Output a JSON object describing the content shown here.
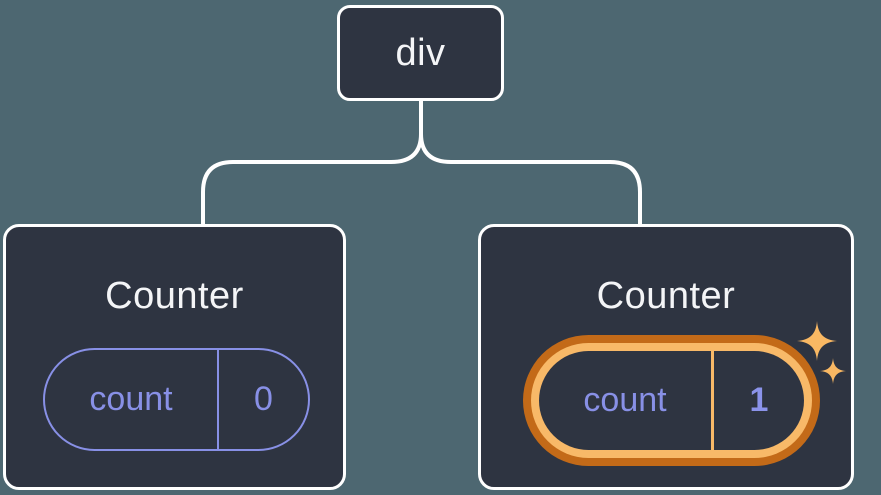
{
  "diagram": {
    "description": "React component tree: a div root with two Counter children, each holding a count state pill; the second Counter's state is highlighted as just updated",
    "root": {
      "label": "div"
    },
    "children": [
      {
        "title": "Counter",
        "state": {
          "name": "count",
          "value": "0"
        },
        "highlighted": false
      },
      {
        "title": "Counter",
        "state": {
          "name": "count",
          "value": "1"
        },
        "highlighted": true
      }
    ]
  },
  "icons": [
    {
      "name": "sparkle-icon",
      "meaning": "state just updated"
    }
  ],
  "colors": {
    "background": "#4d6771",
    "node_fill": "#2e3441",
    "node_border": "#ffffff",
    "connector": "#ffffff",
    "title_text": "#f4f5f7",
    "state_accent": "#8890e6",
    "state_value_bold": "#8b93ea",
    "highlight_outer": "#c36a18",
    "highlight_inner": "#f8b968",
    "sparkle": "#f9b863"
  }
}
